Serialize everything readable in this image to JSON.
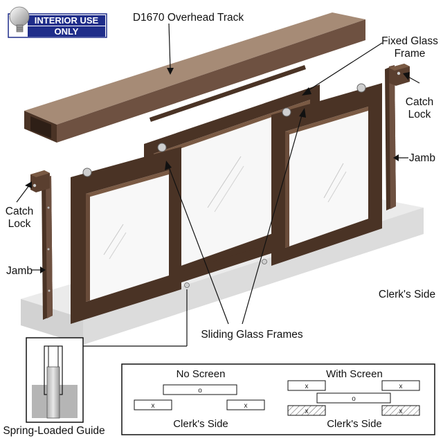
{
  "badge": {
    "line1": "INTERIOR USE",
    "line2": "ONLY"
  },
  "labels": {
    "overhead_track": "D1670 Overhead Track",
    "fixed_glass_frame_1": "Fixed Glass",
    "fixed_glass_frame_2": "Frame",
    "catch_lock_right_1": "Catch",
    "catch_lock_right_2": "Lock",
    "jamb_right": "Jamb",
    "catch_lock_left_1": "Catch",
    "catch_lock_left_2": "Lock",
    "jamb_left": "Jamb",
    "clerks_side": "Clerk's Side",
    "sliding_glass_frames": "Sliding Glass Frames",
    "spring_loaded_guide": "Spring-Loaded Guide"
  },
  "legend": {
    "no_screen": {
      "title": "No Screen",
      "side_label": "Clerk's Side",
      "mark_o": "o",
      "mark_x": "x"
    },
    "with_screen": {
      "title": "With Screen",
      "side_label": "Clerk's Side",
      "mark_o": "o",
      "mark_x": "x"
    }
  },
  "colors": {
    "bronze": "#4a3325",
    "bronze_light": "#7a5a44",
    "bronze_dark": "#2e1f16",
    "track_top": "#a88e79",
    "track_front": "#705443",
    "counter": "#e4e4e4",
    "badge_blue": "#1f2d8a"
  }
}
